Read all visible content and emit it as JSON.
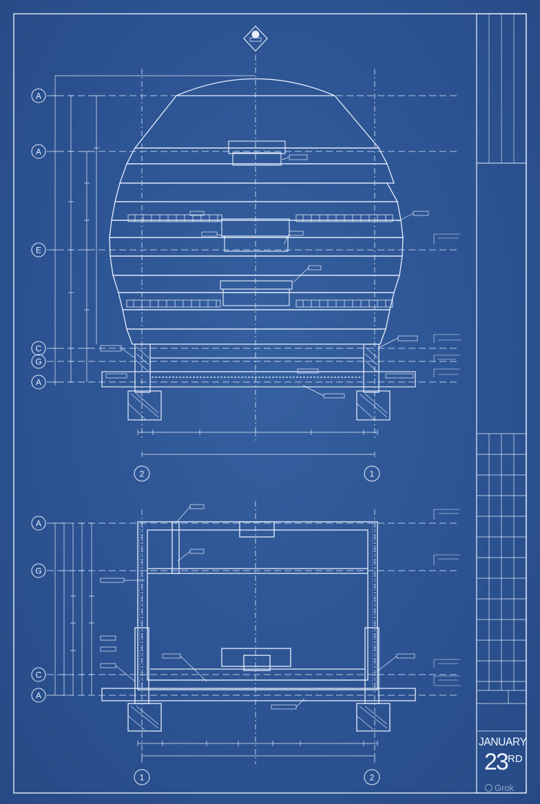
{
  "title_block": {
    "month": "JANUARY",
    "day": "23",
    "day_suffix": "RD"
  },
  "watermark": {
    "text": "Grok",
    "icon": "grok-logo-icon"
  },
  "colors": {
    "background": "#2d5392",
    "line": "#e8f0ff"
  },
  "elevation": {
    "grid_labels": [
      "A",
      "A",
      "E",
      "C",
      "G",
      "A"
    ],
    "column_labels": [
      "2",
      "1"
    ]
  },
  "plan": {
    "grid_labels": [
      "A",
      "G",
      "C",
      "A"
    ],
    "column_labels": [
      "1",
      "2"
    ]
  }
}
